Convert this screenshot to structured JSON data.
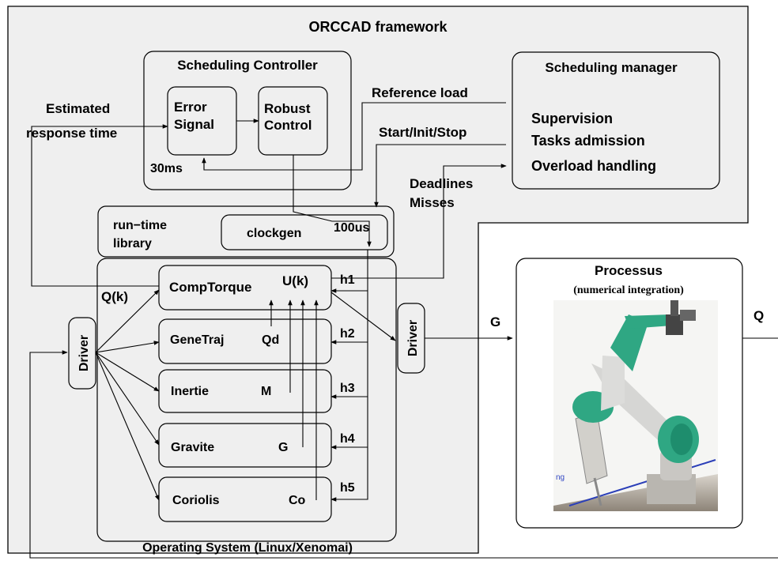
{
  "framework": {
    "title": "ORCCAD framework"
  },
  "controller": {
    "title": "Scheduling Controller",
    "error_line1": "Error",
    "error_line2": "Signal",
    "robust_line1": "Robust",
    "robust_line2": "Control",
    "period": "30ms"
  },
  "manager": {
    "title": "Scheduling manager",
    "items": [
      "Supervision",
      "Tasks admission",
      "Overload handling"
    ]
  },
  "signals": {
    "estimated_line1": "Estimated",
    "estimated_line2": "response time",
    "reference_load": "Reference load",
    "start_init_stop": "Start/Init/Stop",
    "deadlines_line1": "Deadlines",
    "deadlines_line2": "Misses",
    "qk": "Q(k)",
    "g_out": "G",
    "q_out": "Q"
  },
  "runtime": {
    "label_line1": "run−time",
    "label_line2": "library",
    "clockgen": "clockgen",
    "period": "100us"
  },
  "os": {
    "title": "Operating System (Linux/Xenomai)"
  },
  "drivers": {
    "left": "Driver",
    "right": "Driver"
  },
  "tasks": [
    {
      "name": "CompTorque",
      "output": "U(k)",
      "clock": "h1"
    },
    {
      "name": "GeneTraj",
      "output": "Qd",
      "clock": "h2"
    },
    {
      "name": "Inertie",
      "output": "M",
      "clock": "h3"
    },
    {
      "name": "Gravite",
      "output": "G",
      "clock": "h4"
    },
    {
      "name": "Coriolis",
      "output": "Co",
      "clock": "h5"
    }
  ],
  "processus": {
    "title": "Processus",
    "subtitle": "(numerical integration)",
    "photo_caption": "ng"
  }
}
